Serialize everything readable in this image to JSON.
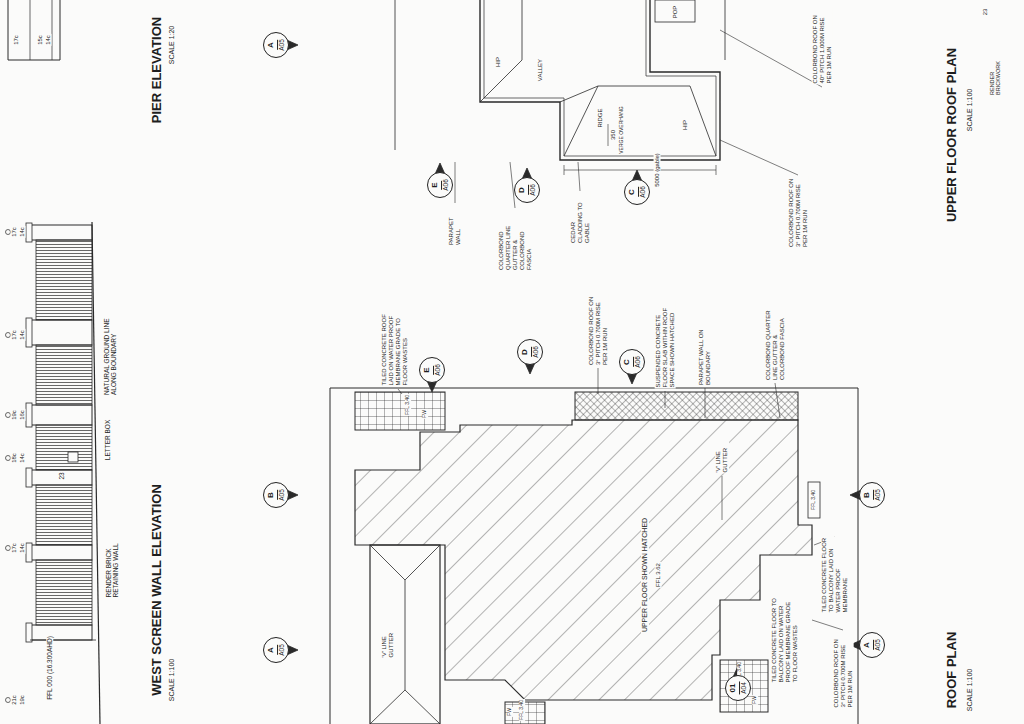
{
  "diagram": {
    "nodes": [
      {
        "text": [
          "A",
          "A05"
        ]
      },
      {
        "text": [
          "E",
          "A06"
        ]
      },
      {
        "text": [
          "D",
          "A06"
        ]
      },
      {
        "text": [
          "C",
          "A06"
        ]
      },
      {
        "text": [
          "E",
          "A06"
        ]
      },
      {
        "text": [
          "D",
          "A06"
        ]
      },
      {
        "text": [
          "C",
          "A06"
        ]
      },
      {
        "text": [
          "A",
          "A05"
        ]
      },
      {
        "text": [
          "B",
          "A05"
        ]
      },
      {
        "text": [
          "B",
          "A05"
        ]
      },
      {
        "text": [
          "A",
          "A05"
        ]
      },
      {
        "text": [
          "01",
          "A04"
        ]
      }
    ],
    "labels": [
      "PIER ELEVATION",
      "SCALE 1:20",
      "17c",
      "15c",
      "14c",
      "WEST SCREEN WALL ELEVATION",
      "SCALE 1:100",
      "17c",
      "14c",
      "17c",
      "14c",
      "19c",
      "16c",
      "18c",
      "14c",
      "17c",
      "14c",
      "21c",
      "19c",
      "NATURAL GROUND LINE ALONG BOUNDARY",
      "LETTER BOX",
      "23",
      "RENDER BRICK RETAINING WALL",
      "FFL 000 (16.300AHD)",
      "HIP",
      "VALLEY",
      "RIDGE",
      "HIP",
      "POP",
      "350",
      "VERGE OVERHANG",
      "5000 (gable)",
      "PARAPET WALL",
      "COLORBOND QUARTER LINE GUTTER & COLORBOND FASCIA",
      "CEDAR CLADDING TO GABLE",
      "COLORBOND ROOF ON 3° PITCH 0.700M RISE PER 1M RUN",
      "COLORBOND ROOF ON 40° PITCH 1.000M RISE PER 1M RUN",
      "UPPER FLOOR ROOF PLAN",
      "SCALE 1:100",
      "23",
      "RENDER BRICKWORK",
      "TILED CONCRETE ROOF LAID ON WATER PROOF MEMBRANE GRADE TO FLOOR WASTES",
      "COLORBOND ROOF ON 3° PITCH 0.700M RISE PER 1M RUN",
      "SUSPENDED CONCRETE FLOOR SLAB WITHIN ROOF SPACE SHOWN HATCHED",
      "PARAPET WALL ON BOUNDARY",
      "COLORBOND QUARTER LINE GUTTER & COLORBOND FASCIA",
      "'V' LINE GUTTER",
      "UPPER FLOOR SHOWN HATCHED",
      "FFL 3.62",
      "TILED CONCRETE FLOOR TO BALCONY LAID ON WATER PROOF MEMBRANE",
      "TILED CONCRETE FLOOR TO BALCONY LAID ON WATER PROOF MEMBRANE GRADE TO FLOOR WASTES",
      "COLORBOND ROOF ON 3° PITCH 0.700M RISE PER 1M RUN",
      "'V' LINE GUTTER",
      "FFL 3.40",
      "FW",
      "FFL 3.40",
      "FFL 3.40",
      "FW",
      "FFL 3.40",
      "FW",
      "ROOF PLAN",
      "SCALE 1:100"
    ]
  }
}
